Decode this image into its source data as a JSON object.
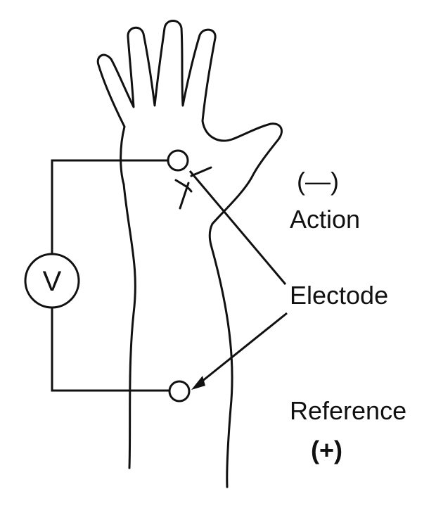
{
  "diagram": {
    "labels": {
      "action_sign": "(—)",
      "action": "Action",
      "electrode": "Electode",
      "reference": "Reference",
      "reference_sign": "(+)"
    },
    "voltmeter_symbol": "V",
    "colors": {
      "ink": "#111111",
      "background": "#ffffff"
    }
  }
}
